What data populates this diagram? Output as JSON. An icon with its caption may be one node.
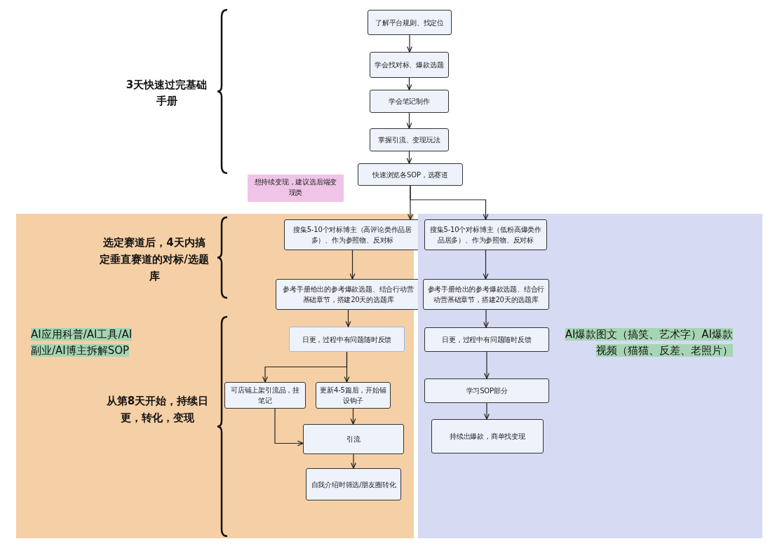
{
  "diagram": {
    "nodes": [
      {
        "text": [
          "了解平台规则、找定位"
        ]
      },
      {
        "text": [
          "学会找对标、爆款选题"
        ]
      },
      {
        "text": [
          "学会笔记制作"
        ]
      },
      {
        "text": [
          "掌握引流、变现玩法"
        ]
      },
      {
        "text": [
          "快速浏览各SOP，选赛道"
        ]
      },
      {
        "text": [
          "想持续变现，建议选后端变现类"
        ]
      },
      {
        "text": [],
        "shape": "box"
      },
      {
        "text": [
          "搜集5-10个对标博主（高评论类作品居多）、作为参照物、反对标"
        ],
        "in": 6
      },
      {
        "text": [
          "参考手册给出的参考爆款选题、结合行动营基础章节，搭建20天的选题库"
        ],
        "in": 6
      },
      {
        "text": [
          "日更，过程中有问题随时反馈"
        ],
        "in": 6
      },
      {
        "text": [
          "可店铺上架引流品，挂笔记"
        ],
        "in": 6
      },
      {
        "text": [
          "更新4-5篇后，开始铺设钩子"
        ],
        "in": 6
      },
      {
        "text": [
          "引流"
        ],
        "in": 6
      },
      {
        "text": [
          "自我介绍时筛选/朋友圈转化"
        ],
        "in": 6
      },
      {
        "text": [],
        "shape": "box"
      },
      {
        "text": [
          "搜集5-10个对标博主（低粉高爆类作品居多）、作为参照物、反对标"
        ],
        "in": 14
      },
      {
        "text": [
          "参考手册给出的参考爆款选题、结合行动营基础章节，搭建20天的选题库"
        ],
        "in": 14
      },
      {
        "text": [
          "日更，过程中有问题随时反馈"
        ],
        "in": 14
      },
      {
        "text": [
          "学习SOP部分"
        ],
        "in": 14
      },
      {
        "text": [
          "持续出爆款，商单找变现"
        ],
        "in": 14
      }
    ],
    "edges": [
      {
        "from": 0,
        "to": 1,
        "arrow": "to"
      },
      {
        "from": 1,
        "to": 2,
        "arrow": "to"
      },
      {
        "from": 2,
        "to": 3,
        "arrow": "to"
      },
      {
        "from": 3,
        "to": 4,
        "arrow": "to"
      },
      {
        "from": 4,
        "to": 7,
        "arrow": "to"
      },
      {
        "from": 4,
        "to": 15,
        "arrow": "to"
      },
      {
        "from": 7,
        "to": 8,
        "arrow": "to"
      },
      {
        "from": 8,
        "to": 9,
        "arrow": "to"
      },
      {
        "from": 9,
        "to": 10,
        "arrow": "to"
      },
      {
        "from": 9,
        "to": 11,
        "arrow": "to"
      },
      {
        "from": 11,
        "to": 12,
        "arrow": "to"
      },
      {
        "from": 10,
        "to": 12,
        "arrow": "to"
      },
      {
        "from": 12,
        "to": 13,
        "arrow": "to"
      },
      {
        "from": 15,
        "to": 16,
        "arrow": "to"
      },
      {
        "from": 16,
        "to": 17,
        "arrow": "to"
      },
      {
        "from": 17,
        "to": 18,
        "arrow": "to"
      },
      {
        "from": 18,
        "to": 19,
        "arrow": "to"
      }
    ],
    "labels": [
      "3天快速过完基础手册",
      "选定赛道后，4天内搞定垂直赛道的对标/选题库",
      "AI应用科普/AI工具/AI副业/AI博主拆解SOP",
      "从第8天开始，持续日更，转化，变现",
      "AI爆款图文（搞笑、艺术字）AI爆款视频（猫猫、反差、老照片）"
    ]
  }
}
